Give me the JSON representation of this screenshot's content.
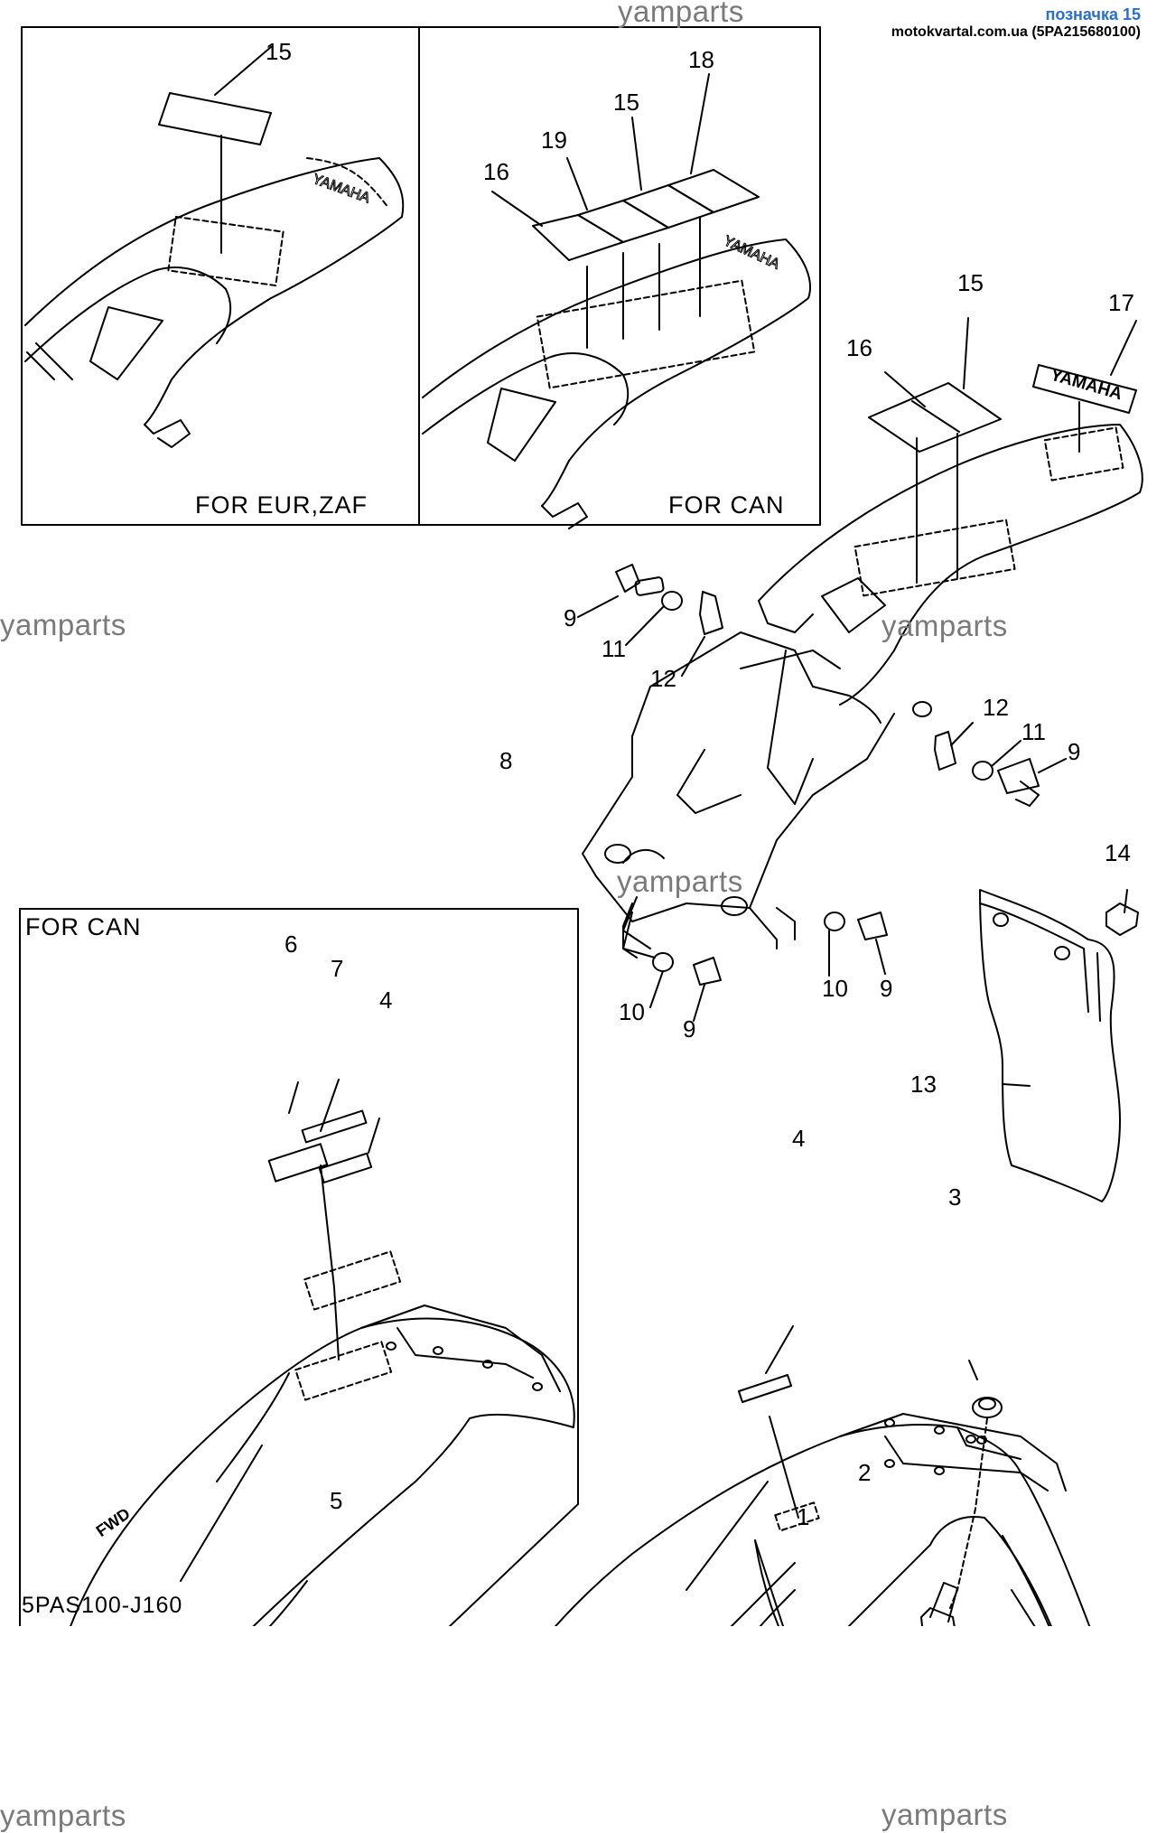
{
  "watermark": {
    "text": "yamparts"
  },
  "source_tag": {
    "title": "позначка 15",
    "subtitle": "motokvartal.com.ua (5PA215680100)"
  },
  "panels": {
    "eur_zaf": {
      "label": "FOR EUR,ZAF",
      "callouts": [
        "15"
      ]
    },
    "can_top": {
      "label": "FOR CAN",
      "callouts": [
        "18",
        "15",
        "19",
        "16"
      ]
    },
    "can_bottom": {
      "label": "FOR CAN",
      "callouts": [
        "6",
        "7",
        "4"
      ]
    }
  },
  "callouts": {
    "rear_15": "15",
    "rear_16": "16",
    "rear_17": "17",
    "left_9": "9",
    "left_11": "11",
    "left_12": "12",
    "right_12": "12",
    "right_11": "11",
    "right_9": "9",
    "p8": "8",
    "p14": "14",
    "p13": "13",
    "low_10a": "10",
    "low_9a": "9",
    "low_10b": "10",
    "low_9b": "9",
    "front_4": "4",
    "front_3": "3",
    "front_2": "2",
    "front_5": "5",
    "front_1": "1"
  },
  "decals": {
    "brand": "YAMAHA",
    "fwd": "FWD"
  },
  "diagram_code": "5PAS100-J160",
  "colors": {
    "ink": "#000000",
    "watermark": "#7a7a7a",
    "tag_title": "#2a6fd6"
  }
}
